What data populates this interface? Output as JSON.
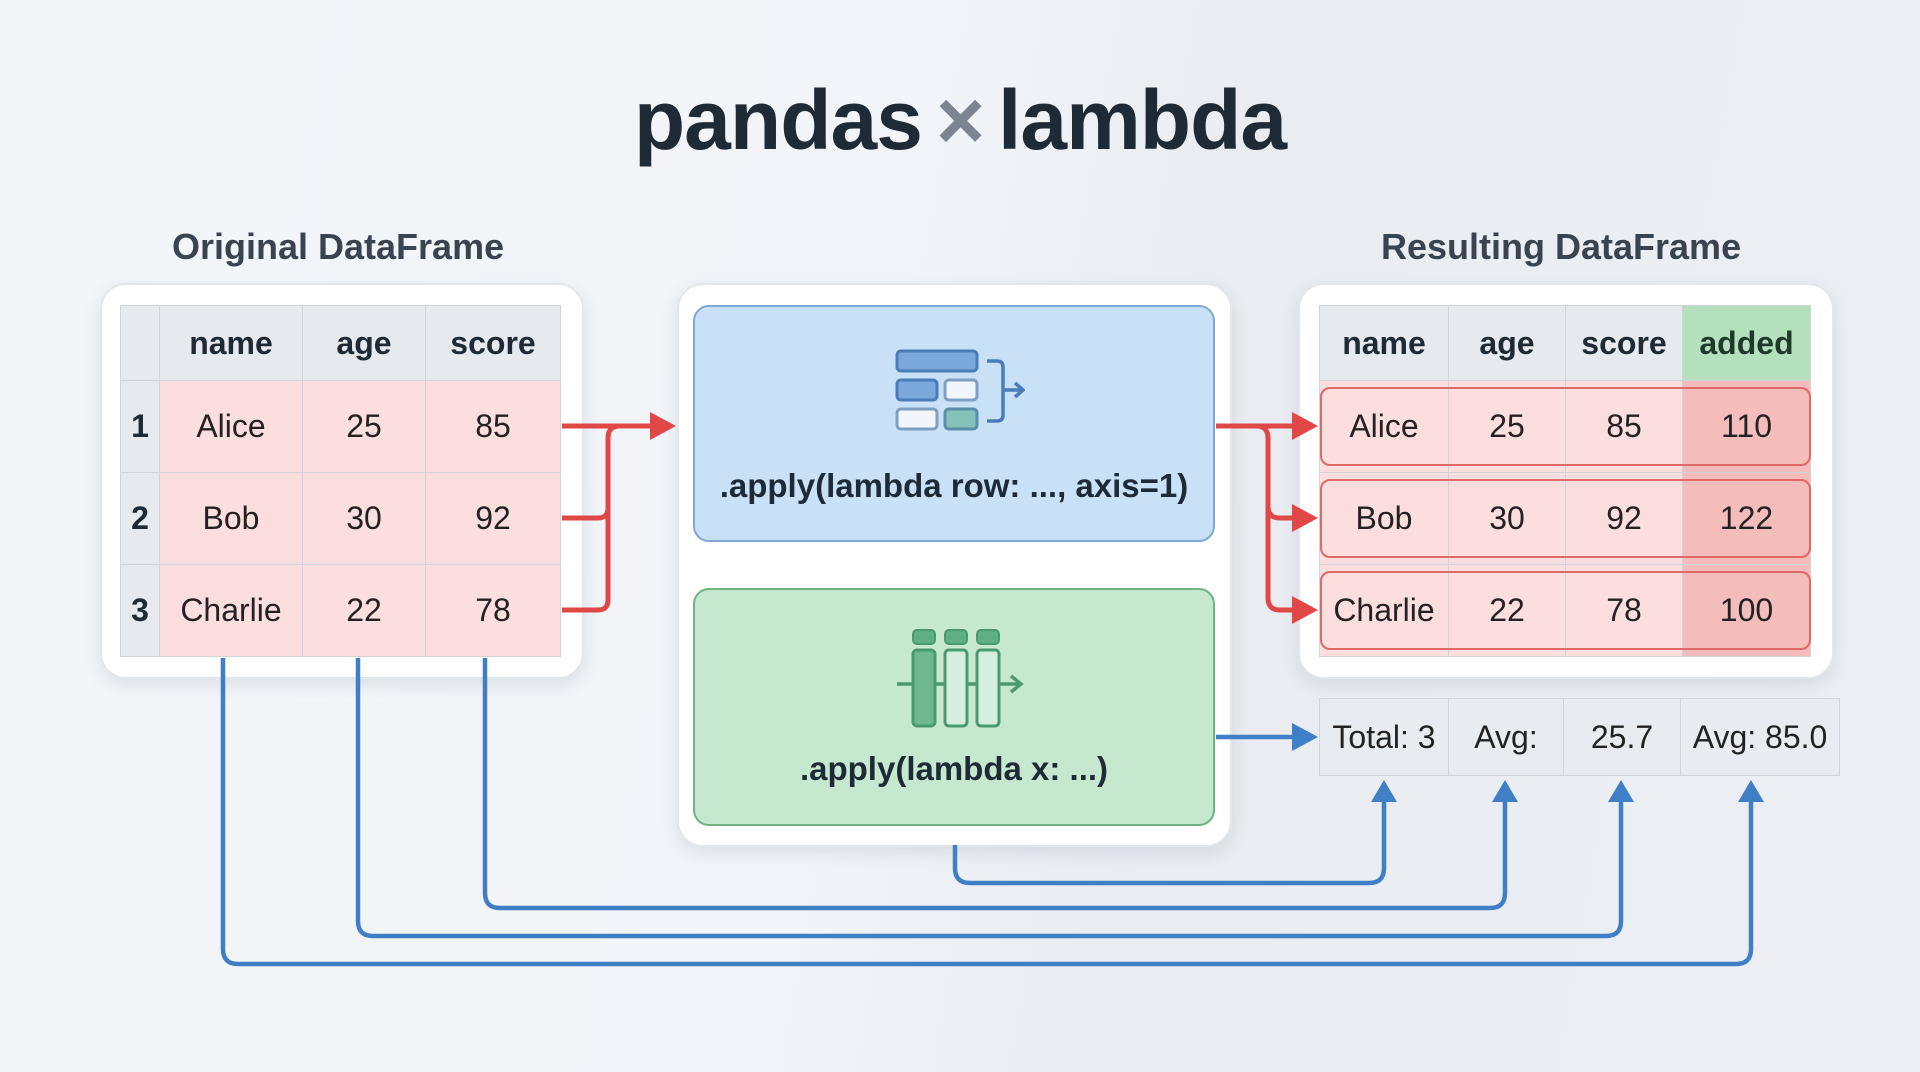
{
  "title": {
    "left": "pandas",
    "symbol": "×",
    "right": "lambda"
  },
  "original": {
    "label": "Original DataFrame",
    "columns": [
      "name",
      "age",
      "score"
    ],
    "rows": [
      {
        "index": "1",
        "name": "Alice",
        "age": "25",
        "score": "85"
      },
      {
        "index": "2",
        "name": "Bob",
        "age": "30",
        "score": "92"
      },
      {
        "index": "3",
        "name": "Charlie",
        "age": "22",
        "score": "78"
      }
    ]
  },
  "functions": {
    "row_apply": {
      "label": ".apply(lambda row: ..., axis=1)",
      "icon": "table-rows-icon",
      "color": "#c9e1f6"
    },
    "col_apply": {
      "label": ".apply(lambda x: ...)",
      "icon": "table-columns-icon",
      "color": "#c5e8cf"
    }
  },
  "result": {
    "label": "Resulting DataFrame",
    "columns": [
      "name",
      "age",
      "score",
      "added"
    ],
    "rows": [
      {
        "name": "Alice",
        "age": "25",
        "score": "85",
        "added": "110"
      },
      {
        "name": "Bob",
        "age": "30",
        "score": "92",
        "added": "122"
      },
      {
        "name": "Charlie",
        "age": "22",
        "score": "78",
        "added": "100"
      }
    ],
    "summary": [
      "Total: 3",
      "Avg:",
      "25.7",
      "Avg: 85.0"
    ]
  },
  "colors": {
    "row_arrow": "#e04848",
    "col_arrow": "#3f7fc6",
    "added_header": "#b5e0bd"
  }
}
